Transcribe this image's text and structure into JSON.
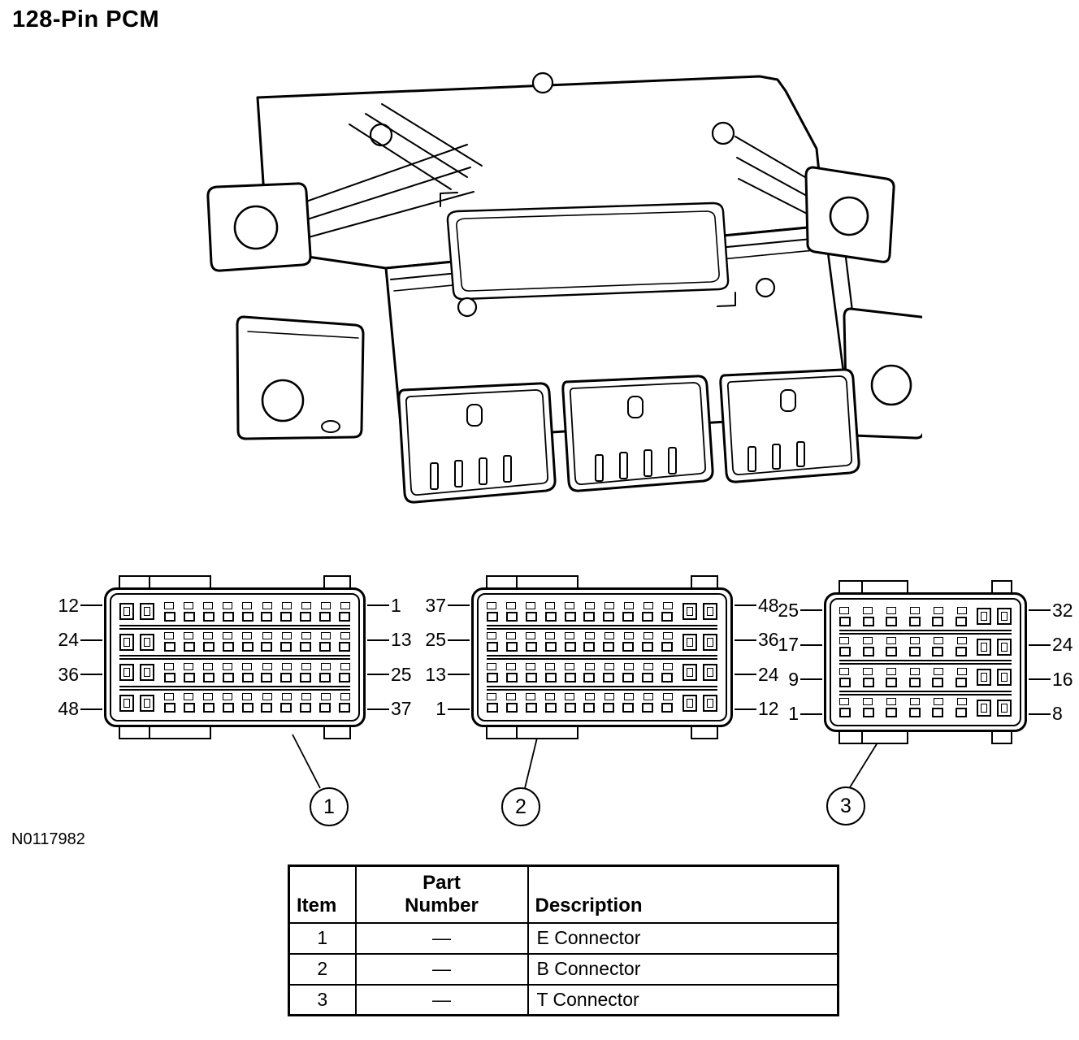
{
  "title": "128-Pin PCM",
  "figure_ref": "N0117982",
  "connectors": [
    {
      "callout": "1",
      "left_labels": [
        "12",
        "24",
        "36",
        "48"
      ],
      "right_labels": [
        "1",
        "13",
        "25",
        "37"
      ],
      "rows": 4,
      "grid_columns": 10,
      "big_pin_columns": 2,
      "big_pin_side": "left"
    },
    {
      "callout": "2",
      "left_labels": [
        "37",
        "25",
        "13",
        "1"
      ],
      "right_labels": [
        "48",
        "36",
        "24",
        "12"
      ],
      "rows": 4,
      "grid_columns": 10,
      "big_pin_columns": 2,
      "big_pin_side": "right"
    },
    {
      "callout": "3",
      "left_labels": [
        "25",
        "17",
        "9",
        "1"
      ],
      "right_labels": [
        "32",
        "24",
        "16",
        "8"
      ],
      "rows": 4,
      "grid_columns": 6,
      "big_pin_columns": 2,
      "big_pin_side": "right"
    }
  ],
  "legend_table": {
    "headers": {
      "item": "Item",
      "part_line1": "Part",
      "part_line2": "Number",
      "description": "Description"
    },
    "rows": [
      {
        "item": "1",
        "part": "—",
        "description": "E Connector"
      },
      {
        "item": "2",
        "part": "—",
        "description": "B Connector"
      },
      {
        "item": "3",
        "part": "—",
        "description": "T Connector"
      }
    ]
  }
}
